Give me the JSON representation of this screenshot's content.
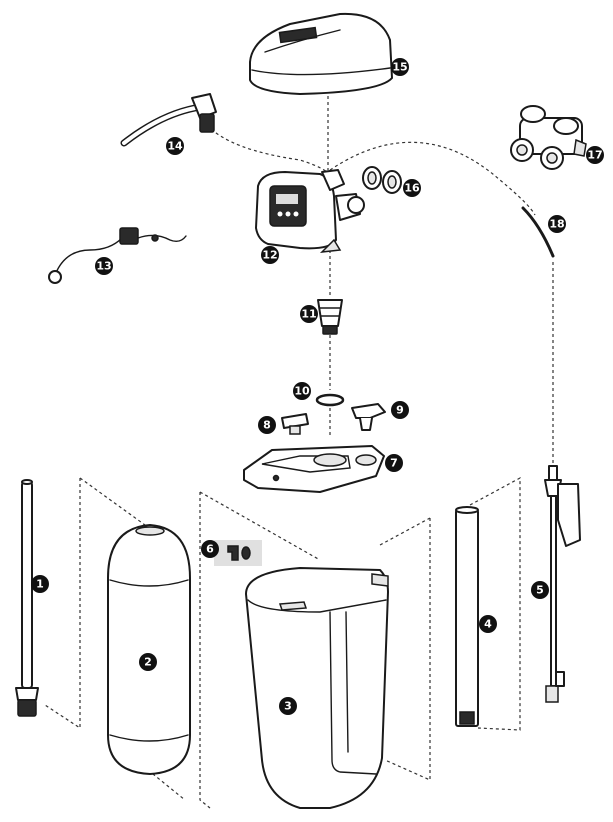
{
  "parts": [
    {
      "id": "1",
      "icon": "riser-tube-icon"
    },
    {
      "id": "2",
      "icon": "resin-tank-icon"
    },
    {
      "id": "3",
      "icon": "brine-cabinet-icon"
    },
    {
      "id": "4",
      "icon": "brine-well-icon"
    },
    {
      "id": "5",
      "icon": "brine-valve-assembly-icon"
    },
    {
      "id": "6",
      "icon": "fittings-icon"
    },
    {
      "id": "7",
      "icon": "cabinet-lid-icon"
    },
    {
      "id": "8",
      "icon": "hatch-cap-icon"
    },
    {
      "id": "9",
      "icon": "clip-icon"
    },
    {
      "id": "10",
      "icon": "o-ring-icon"
    },
    {
      "id": "11",
      "icon": "distributor-basket-icon"
    },
    {
      "id": "12",
      "icon": "control-valve-icon"
    },
    {
      "id": "13",
      "icon": "power-adapter-icon"
    },
    {
      "id": "14",
      "icon": "drain-hose-icon"
    },
    {
      "id": "15",
      "icon": "valve-cover-icon"
    },
    {
      "id": "16",
      "icon": "connectors-icon"
    },
    {
      "id": "17",
      "icon": "bypass-valve-icon"
    },
    {
      "id": "18",
      "icon": "brine-line-icon"
    }
  ]
}
